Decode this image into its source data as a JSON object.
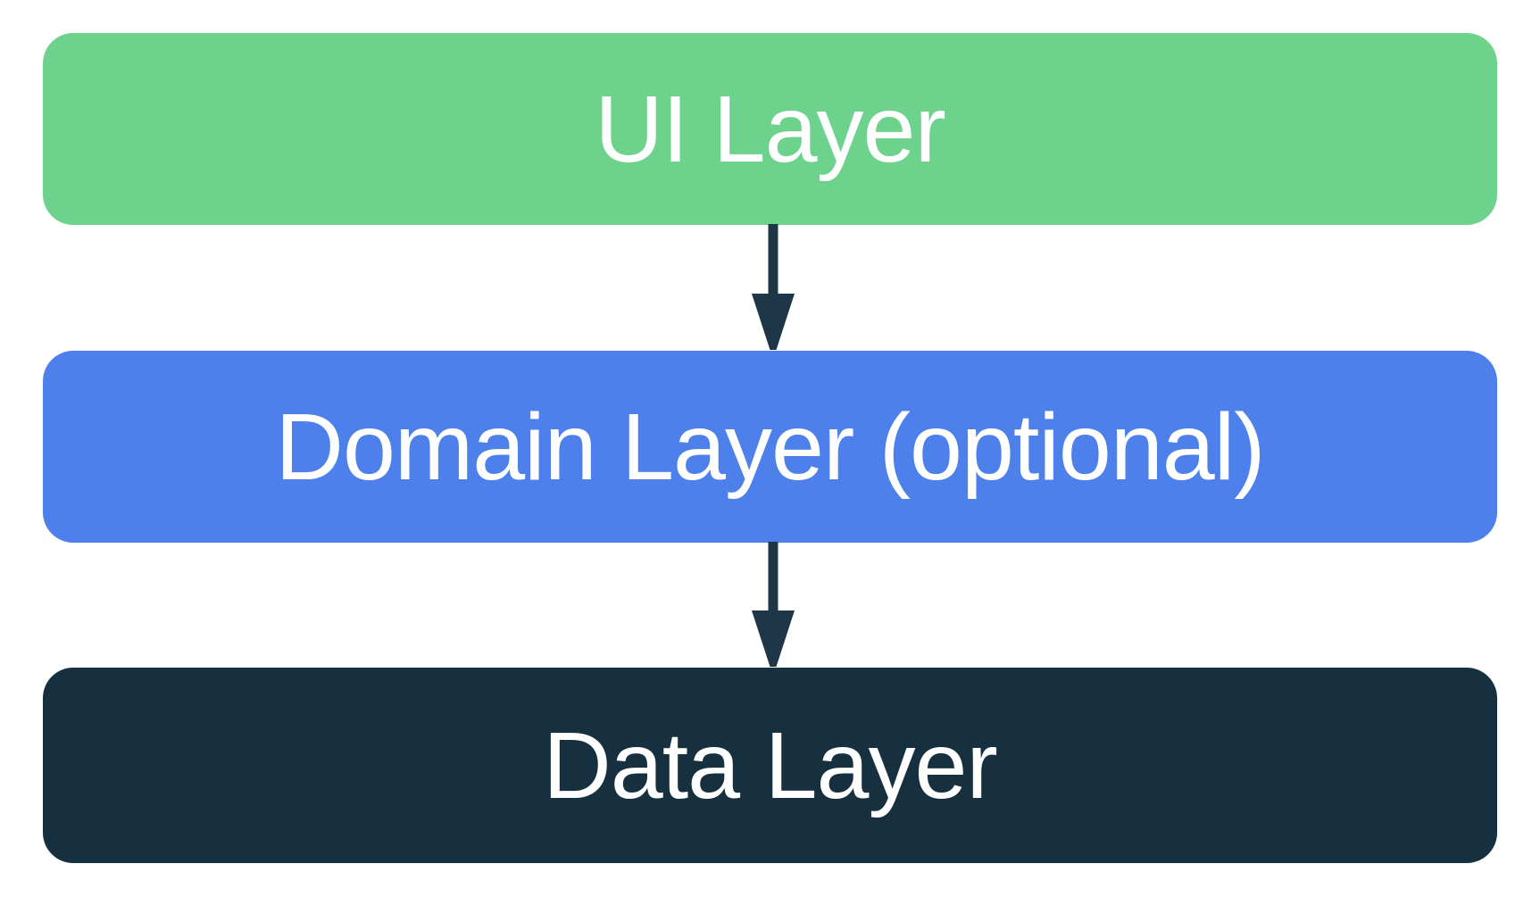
{
  "diagram": {
    "type": "layered-architecture",
    "background": "#FFFFFF",
    "arrow_color": "#1D3748",
    "layers": [
      {
        "label": "UI Layer",
        "color": "#6DD28C",
        "text_color": "#FFFFFF"
      },
      {
        "label": "Domain Layer (optional)",
        "color": "#4E80EC",
        "text_color": "#FFFFFF"
      },
      {
        "label": "Data Layer",
        "color": "#17303F",
        "text_color": "#FFFFFF"
      }
    ],
    "arrows": [
      {
        "from": "UI Layer",
        "to": "Domain Layer (optional)"
      },
      {
        "from": "Domain Layer (optional)",
        "to": "Data Layer"
      }
    ]
  }
}
